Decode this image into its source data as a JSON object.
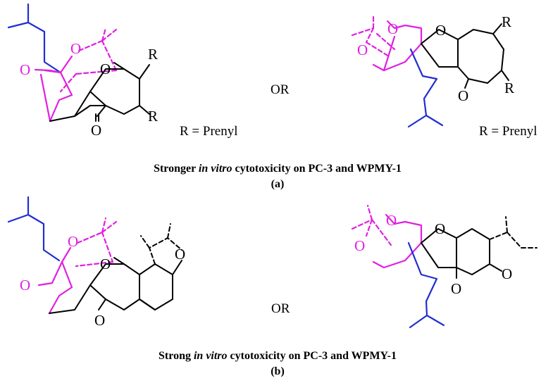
{
  "colors": {
    "blue": "#1f2fcf",
    "magenta": "#e020e0",
    "black": "#000000"
  },
  "atoms": {
    "oxygen": "O",
    "r_group": "R"
  },
  "panel_a": {
    "structure_1_r_definition": "R = Prenyl",
    "connector": "OR",
    "structure_2_r_definition": "R = Prenyl",
    "caption_prefix": "Stronger ",
    "caption_italic": "in vitro",
    "caption_suffix": " cytotoxicity on PC-3 and WPMY-1",
    "label": "(a)"
  },
  "panel_b": {
    "connector": "OR",
    "caption_prefix": "Strong ",
    "caption_italic": "in vitro",
    "caption_suffix": " cytotoxicity on PC-3 and WPMY-1",
    "label": "(b)"
  }
}
